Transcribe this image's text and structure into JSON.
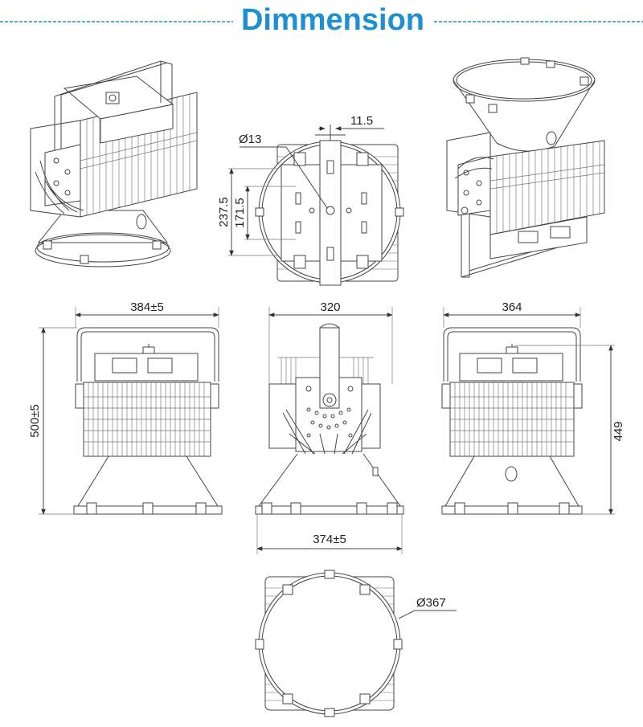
{
  "title": "Dimmension",
  "colors": {
    "title": "#1e8fd0",
    "rule": "#1e8fd0",
    "line": "#444444"
  },
  "dimensions": {
    "hole_diameter": "Ø13",
    "bracket_width": "11.5",
    "mount_height": "237.5",
    "mount_spacing": "171.5",
    "front_width": "384±5",
    "side_width": "320",
    "rear_width": "364",
    "total_height": "500±5",
    "rear_height": "449",
    "reflector_width": "374±5",
    "reflector_diameter": "Ø367"
  }
}
